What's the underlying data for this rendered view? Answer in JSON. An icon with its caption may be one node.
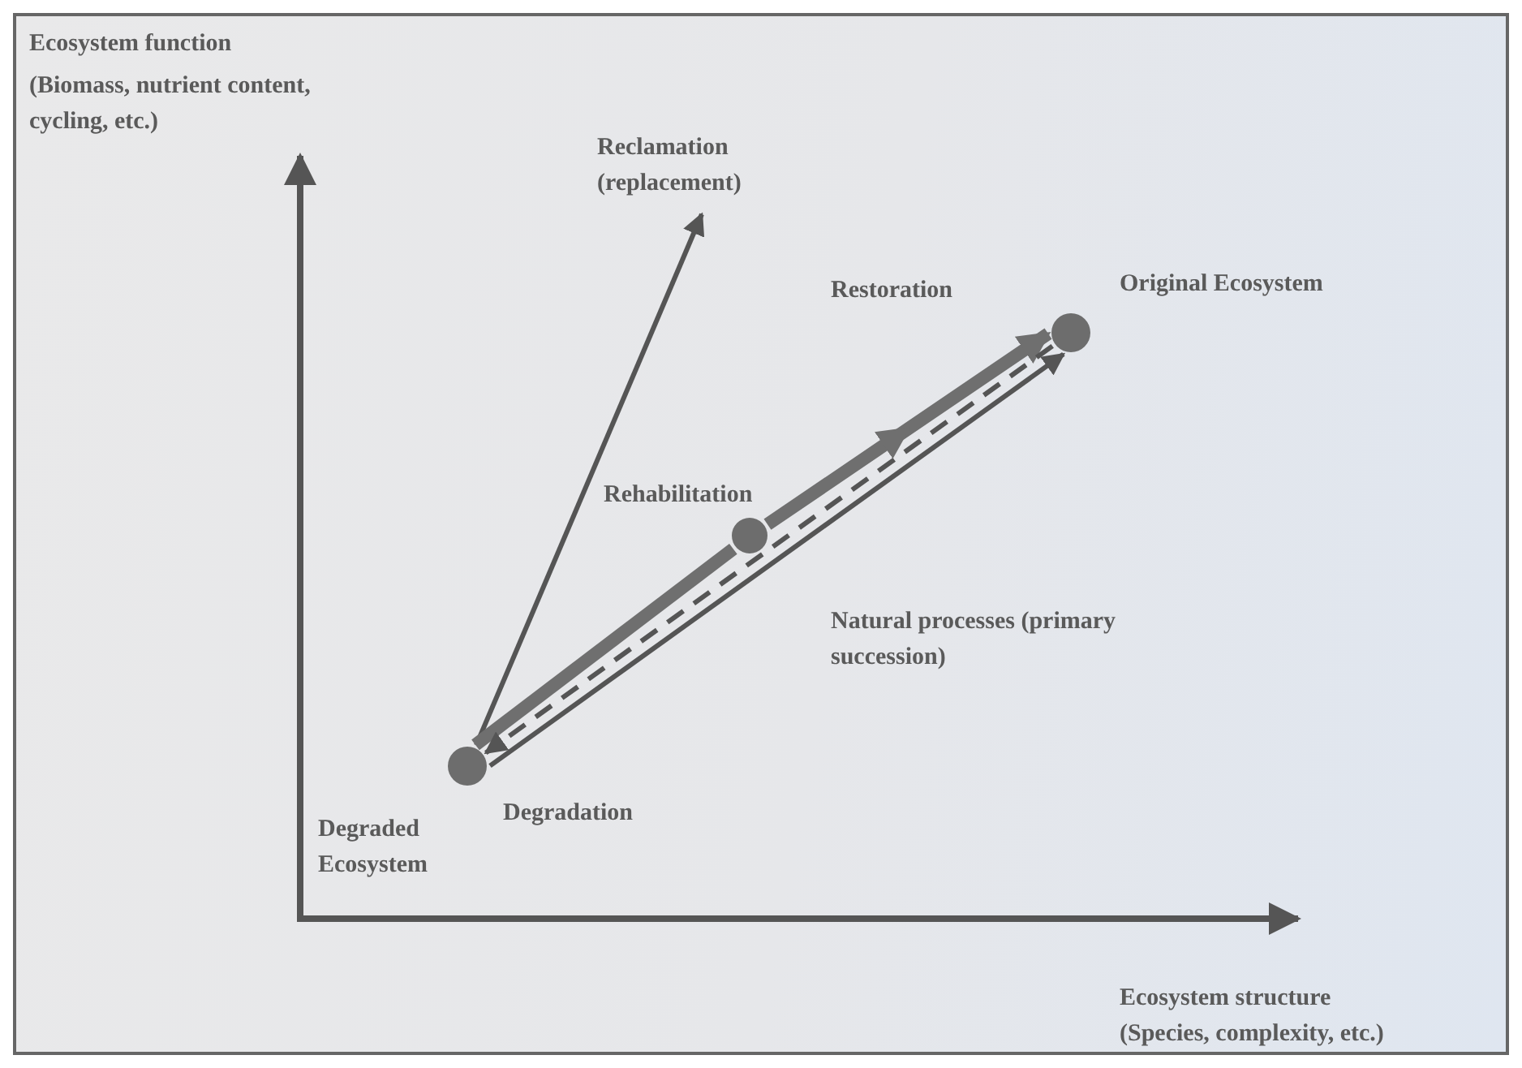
{
  "diagram": {
    "nodes": [
      {
        "text": [],
        "shape": "circle",
        "beside": [
          "Degraded Ecosystem"
        ]
      },
      {
        "text": [],
        "shape": "circle",
        "beside": [
          "Rehabilitation"
        ]
      },
      {
        "text": [],
        "shape": "circle",
        "beside": [
          "Original Ecosystem"
        ]
      },
      {
        "text": [
          "Reclamation (replacement)"
        ]
      }
    ],
    "edges": [
      {
        "from": 0,
        "to": 3,
        "arrow": "to"
      },
      {
        "from": 0,
        "to": 1,
        "arrow": "none",
        "style": "thick"
      },
      {
        "from": 1,
        "to": 2,
        "arrow": "to",
        "style": "thick",
        "label": "Restoration"
      },
      {
        "from": 2,
        "to": 0,
        "arrow": "to",
        "style": "dashed",
        "label": "Degradation"
      },
      {
        "from": 0,
        "to": 2,
        "arrow": "to",
        "label": "Natural processes (primary succession)"
      }
    ],
    "labels": [
      "Ecosystem function",
      "(Biomass, nutrient content, cycling, etc.)",
      "Ecosystem structure",
      "(Species, complexity, etc.)"
    ]
  }
}
